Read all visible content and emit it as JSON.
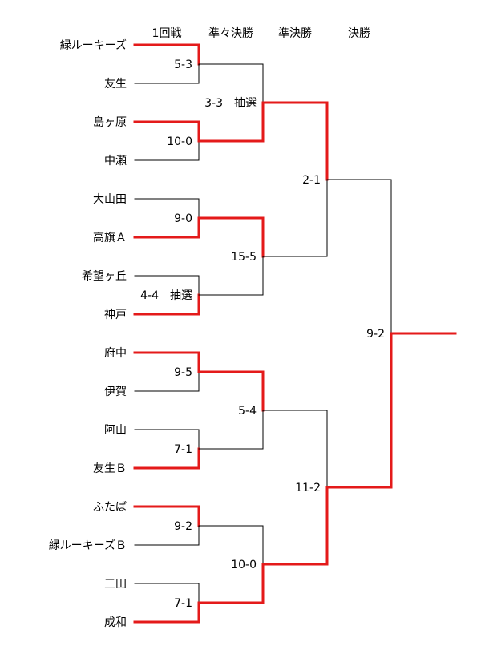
{
  "rounds": [
    "1回戦",
    "準々決勝",
    "準決勝",
    "決勝"
  ],
  "teams": [
    "緑ルーキーズ",
    "友生",
    "島ヶ原",
    "中瀬",
    "大山田",
    "高旗Ａ",
    "希望ヶ丘",
    "神戸",
    "府中",
    "伊賀",
    "阿山",
    "友生Ｂ",
    "ふたば",
    "緑ルーキーズＢ",
    "三田",
    "成和"
  ],
  "winner_color": "#e41a1a",
  "line_color": "#000000",
  "round1": [
    {
      "score": "5-3",
      "winner": 0
    },
    {
      "score": "10-0",
      "winner": 0
    },
    {
      "score": "9-0",
      "winner": 1
    },
    {
      "score": "4-4　抽選",
      "winner": 1
    },
    {
      "score": "9-5",
      "winner": 0
    },
    {
      "score": "7-1",
      "winner": 1
    },
    {
      "score": "9-2",
      "winner": 0
    },
    {
      "score": "7-1",
      "winner": 1
    }
  ],
  "quarterfinals": [
    {
      "score": "3-3　抽選",
      "winner": 1
    },
    {
      "score": "15-5",
      "winner": 0
    },
    {
      "score": "5-4",
      "winner": 0
    },
    {
      "score": "10-0",
      "winner": 1
    }
  ],
  "semifinals": [
    {
      "score": "2-1",
      "winner": 0
    },
    {
      "score": "11-2",
      "winner": 1
    }
  ],
  "final": {
    "score": "9-2",
    "winner": 1
  }
}
